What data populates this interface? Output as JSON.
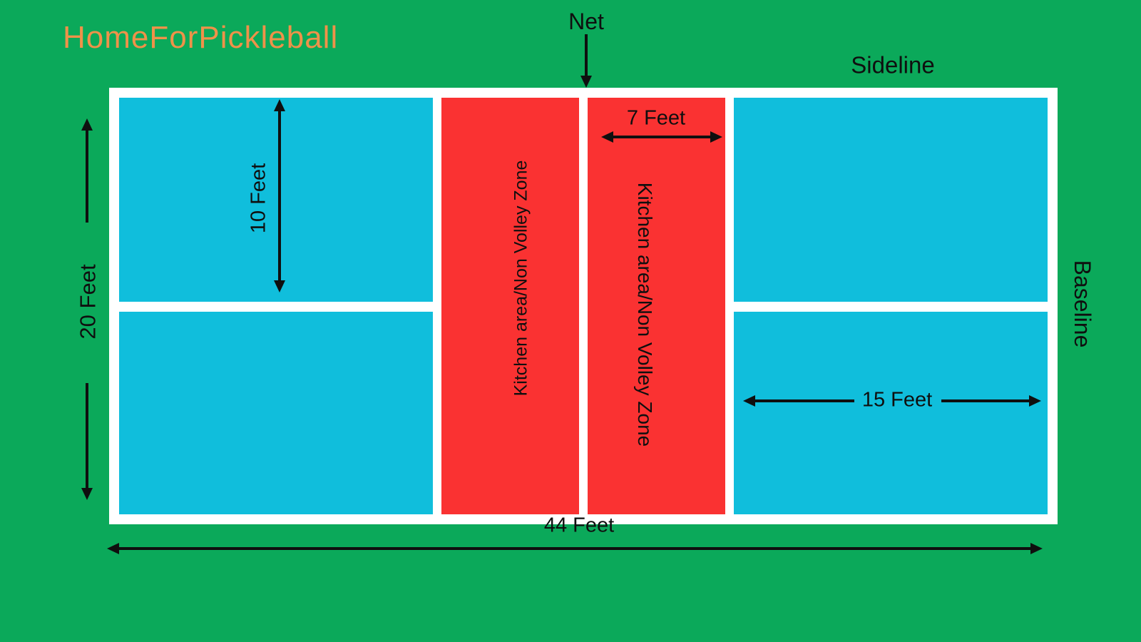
{
  "brand": {
    "logo_text": "HomeForPickleball",
    "logo_color": "#EF9249"
  },
  "labels": {
    "net": "Net",
    "sideline": "Sideline",
    "baseline": "Baseline"
  },
  "zones": {
    "kitchen_left_label": "Kitchen area/Non Volley Zone",
    "kitchen_right_label": "Kitchen area/Non Volley Zone"
  },
  "dimensions": {
    "court_width": "20 Feet",
    "service_box_depth": "10 Feet",
    "kitchen_depth": "7 Feet",
    "service_box_width": "15 Feet",
    "court_length": "44 Feet"
  },
  "colors": {
    "background_green": "#0BA95A",
    "court_line_white": "#FFFFFF",
    "service_area_cyan": "#10BEDC",
    "kitchen_red": "#FA3232",
    "annotation_black": "#0F0F0F",
    "logo_orange": "#EF9249"
  }
}
